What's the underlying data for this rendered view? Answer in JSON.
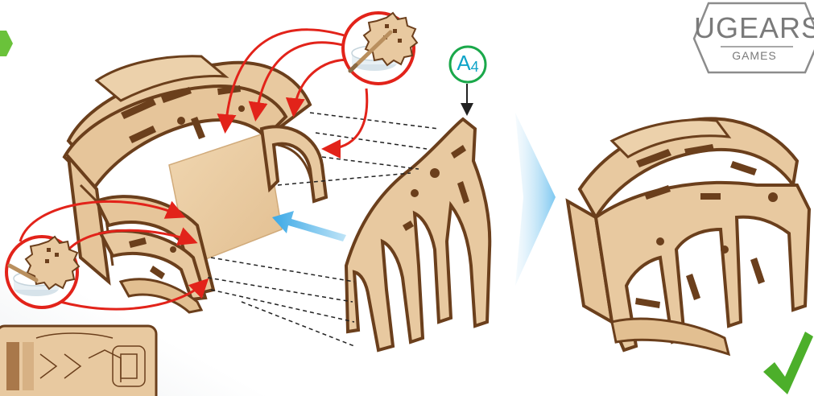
{
  "logo": {
    "brand": "UGEARS",
    "sub": "GAMES"
  },
  "badge": {
    "label_letter": "A",
    "label_number": "4",
    "color": "#1aa84a",
    "text_color": "#0fa4c8"
  },
  "colors": {
    "wood_light": "#e8c9a0",
    "wood_dark": "#6b3f1c",
    "arrow_red": "#e2231a",
    "arrow_blue": "#3aa8e6",
    "check_green": "#4caf2a",
    "nav_green": "#6ac23a"
  },
  "icons": [
    "nav-next-icon",
    "glue-pot-icon",
    "glue-pot-icon",
    "direction-arrow-icon",
    "step-arrow-icon",
    "checkmark-icon",
    "logo-hexagon-icon",
    "pointer-arrow-icon"
  ]
}
